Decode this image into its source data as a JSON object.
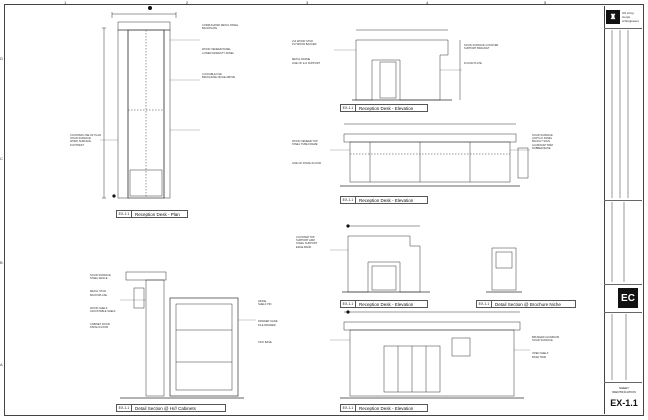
{
  "border": {
    "column_labels": [
      "1",
      "2",
      "3",
      "4",
      "5"
    ],
    "row_labels": [
      "D",
      "C",
      "B",
      "A"
    ]
  },
  "title_block": {
    "agency_lines": [
      "US Army Corps",
      "of Engineers"
    ],
    "agency_logo": "castle-icon",
    "firm_logo": "EC",
    "sheet_label": [
      "SHEET",
      "IDENTIFICATION"
    ],
    "sheet_id": "EX-1.1"
  },
  "drawings": [
    {
      "num": "EX-1.1",
      "title": "Reception Desk - Plan"
    },
    {
      "num": "EX-1.1",
      "title": "Reception Desk - Elevation"
    },
    {
      "num": "EX-1.1",
      "title": "Reception Desk - Elevation"
    },
    {
      "num": "EX-1.1",
      "title": "Reception Desk - Elevation"
    },
    {
      "num": "EX-1.1",
      "title": "Detail Section @ Brochure Niche"
    },
    {
      "num": "EX-1.1",
      "title": "Detail Section @ H/// Cabinets"
    },
    {
      "num": "EX-1.1",
      "title": "Reception Desk - Elevation"
    }
  ],
  "notes": {
    "plan_right": [
      "CORRUGATED METAL PANEL",
      "BACKPLATE",
      "WOOD VENEER PANEL",
      "LOWER MODESTY PANEL",
      "LOCKABLE FILE",
      "BROCHURE NICHE ABOVE"
    ],
    "plan_left": [
      "COUNTER LINE OF PLAN",
      "SOLID SURFACE",
      "WORK SURFACE",
      "FOOTREST"
    ],
    "elev1_left": [
      "2x4 WOOD STUD",
      "PLYWOOD BACKER",
      "METAL FRAME",
      "LINE OF 2x4 SUPPORT"
    ],
    "elev1_right": [
      "SOLID SURFACE COUNTER",
      "SUPPORT BRACKET",
      "FLOOR PLATE"
    ],
    "elev2_left": [
      "WOOD VENEER TOP",
      "STEEL TUBE FRAME",
      "LINE OF FINISH FLOOR"
    ],
    "elev2_right": [
      "SOLID SURFACE",
      "ACRYLIC PANEL",
      "BACKLIT SIGN",
      "ALUMINUM TRIM",
      "RUBBER BASE"
    ],
    "section_left": [
      "SOLID SURFACE",
      "STEEL ANGLE",
      "METAL STUD",
      "BACKSPLASH",
      "WOOD SHELF",
      "ADJUSTABLE SHELF",
      "CABINET DOOR",
      "FINISH FLOOR"
    ],
    "section_right": [
      "HINGE",
      "SHELF PIN",
      "DRAWER SLIDE",
      "FILE DRAWER",
      "KICK BASE"
    ],
    "elev4_left": [
      "COUNTER TOP",
      "SUPPORT ARM",
      "STEEL SUPPORT",
      "EDGE BAND"
    ],
    "elev4_right": [
      "BRUSHED ALUMINUM",
      "SOLID SURFACE",
      "OPEN SHELF",
      "BASE TRIM"
    ]
  }
}
